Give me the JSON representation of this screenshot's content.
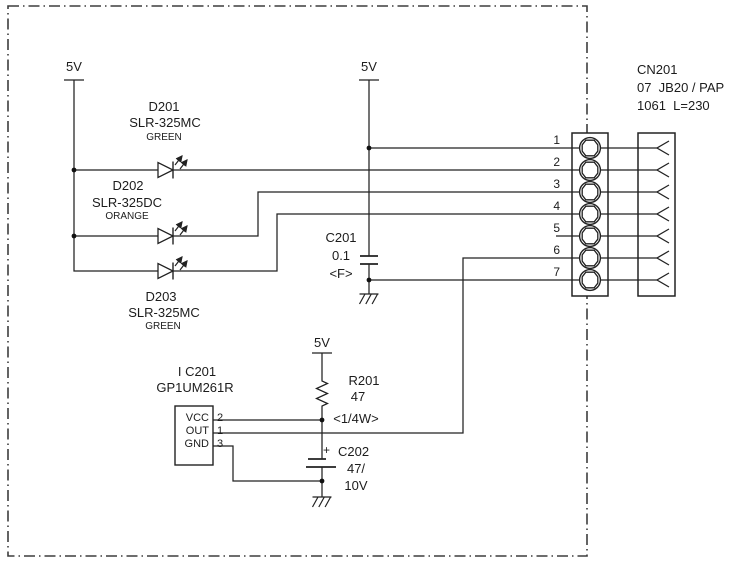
{
  "power": {
    "rail_label": "5V"
  },
  "leds": [
    {
      "ref": "D201",
      "part": "SLR-325MC",
      "color": "GREEN"
    },
    {
      "ref": "D202",
      "part": "SLR-325DC",
      "color": "ORANGE"
    },
    {
      "ref": "D203",
      "part": "SLR-325MC",
      "color": "GREEN"
    }
  ],
  "c201": {
    "ref": "C201",
    "value": "0.1",
    "note": "<F>"
  },
  "r201": {
    "ref": "R201",
    "value": "47",
    "rating": "<1/4W>"
  },
  "c202": {
    "ref": "C202",
    "polarity": "+",
    "value": "47/",
    "voltage": "10V"
  },
  "ic201": {
    "ref": "I C201",
    "part": "GP1UM261R",
    "pins": [
      {
        "name": "VCC",
        "num": "2"
      },
      {
        "name": "OUT",
        "num": "1"
      },
      {
        "name": "GND",
        "num": "3"
      }
    ]
  },
  "cn201": {
    "ref": "CN201",
    "type_line": "07  JB20 / PAP",
    "length_line": "1061  L=230",
    "pins": [
      "1",
      "2",
      "3",
      "4",
      "5",
      "6",
      "7"
    ]
  },
  "colors": {
    "line": "#222222",
    "background": "#ffffff"
  }
}
